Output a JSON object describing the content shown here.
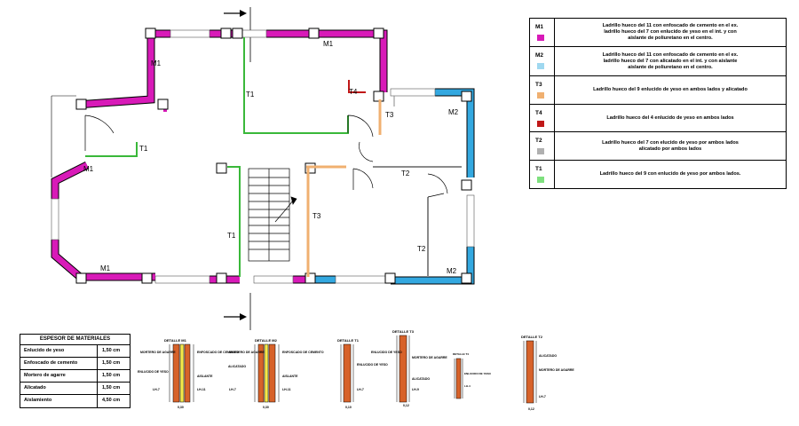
{
  "plan": {
    "colors": {
      "M1": "#d81ab8",
      "M2": "#33a8e0",
      "T1": "#3ab83a",
      "T2": "#9a9a9a",
      "T3": "#f0b070",
      "T4": "#c01818"
    },
    "labels": {
      "m1_top": "M1",
      "m1_left": "M1",
      "m1_diag": "M1",
      "m1_bottom": "M1",
      "t1_center": "T1",
      "t1_small": "T1",
      "t1_stair": "T1",
      "t4": "T4",
      "t3_upper": "T3",
      "t3_lower": "T3",
      "m2_upper": "M2",
      "m2_lower": "M2",
      "t2_upper": "T2",
      "t2_lower": "T2"
    }
  },
  "legend": {
    "rows": [
      {
        "code": "M1",
        "color": "#d81ab8",
        "text": "Ladrillo hueco del 11 con enfoscado de cemento en el ex.\nladrillo hueco del 7 con enlucido de yeso en el int. y con\naislante de poliuretano en el centro."
      },
      {
        "code": "M2",
        "color": "#9fd8f0",
        "text": "Ladrillo hueco del 11 con enfoscado de cemento en el ex.\nladrillo hueco del 7 con alicatado en el int. y con aislante\naislante de poliuretano en el centro."
      },
      {
        "code": "T3",
        "color": "#f0b070",
        "text": "Ladrillo hueco del 9 enlucido de yeso en ambos lados y alicatado"
      },
      {
        "code": "T4",
        "color": "#c01818",
        "text": "Ladrillo hueco del 4 enlucido de yeso en ambos lados"
      },
      {
        "code": "T2",
        "color": "#b0b0b0",
        "text": "Ladrillo hueco del 7 con elucido de yeso por ambos lados\nalicatado por ambos lados"
      },
      {
        "code": "T1",
        "color": "#7ee07e",
        "text": "Ladrillo hueco del 9  con enlucido de yeso por ambos lados."
      }
    ]
  },
  "materials": {
    "title": "ESPESOR DE MATERIALES",
    "rows": [
      {
        "name": "Enlucido de yeso",
        "value": "1,50 cm"
      },
      {
        "name": "Enfoscado de cemento",
        "value": "1,50 cm"
      },
      {
        "name": "Mortero de agarre",
        "value": "1,50 cm"
      },
      {
        "name": "Alicatado",
        "value": "1,50 cm"
      },
      {
        "name": "Aislamiento",
        "value": "4,50 cm"
      }
    ]
  },
  "details": {
    "m1": {
      "title": "DETALLE M1",
      "l1": "ENFOSCADO\nDE CEMENTO",
      "l2": "MORTERO\nDE AGARRE",
      "l3": "ENLUCIDO\nDE YESO",
      "l4": "AISLANTE",
      "l5": "LH-7",
      "l6": "LH-11",
      "dim": "0,30"
    },
    "m2": {
      "title": "DETALLE M2",
      "l1": "MORTERO\nDE AGARRE",
      "l2": "ENFOSCADO\nDE CEMENTO",
      "l3": "ALICATADO",
      "l4": "AISLANTE",
      "l5": "LH-7",
      "l6": "LH-11",
      "dim": "0,30"
    },
    "t1": {
      "title": "DETALLE T1",
      "l1": "ENLUCIDO\nDE YESO",
      "l2": "LH-7",
      "dim": "0,10"
    },
    "t3": {
      "title": "DETALLE T3",
      "l1": "ENLUCIDO\nDE YESO",
      "l2": "MORTERO\nDE AGARRE",
      "l3": "ALICATADO",
      "l4": "LH-9",
      "dim": "0,12"
    },
    "t4": {
      "title": "DETALLE T4",
      "l1": "ENLUCIDO\nDE YESO",
      "l2": "LH-4"
    },
    "t2": {
      "title": "DETALLE T2",
      "l1": "ALICATADO",
      "l2": "MORTERO\nDE AGARRE",
      "l3": "LH-7",
      "dim": "0,12"
    }
  }
}
